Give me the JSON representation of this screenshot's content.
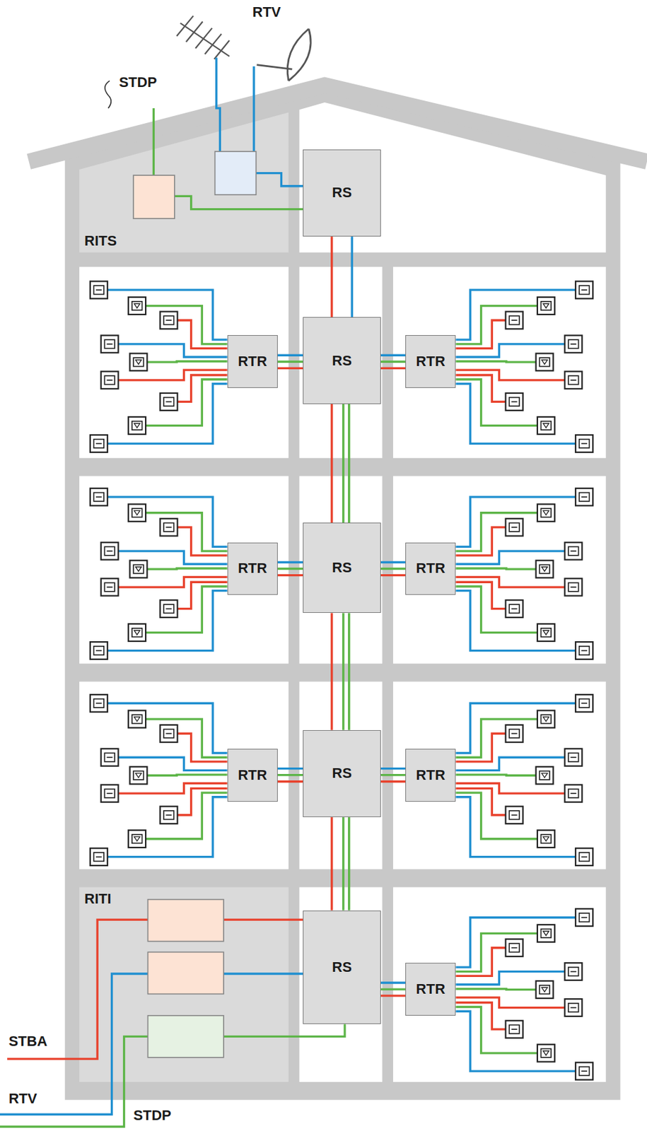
{
  "diagram": {
    "nodes": [
      {
        "text": [
          "RITS"
        ]
      },
      {
        "text": [
          "RS"
        ]
      },
      {
        "text": [
          "RTR"
        ]
      },
      {
        "text": [
          "RS"
        ]
      },
      {
        "text": [
          "RTR"
        ]
      },
      {
        "text": [
          "RTR"
        ]
      },
      {
        "text": [
          "RS"
        ]
      },
      {
        "text": [
          "RTR"
        ]
      },
      {
        "text": [
          "RTR"
        ]
      },
      {
        "text": [
          "RS"
        ]
      },
      {
        "text": [
          "RTR"
        ]
      },
      {
        "text": [
          "RITI"
        ]
      },
      {
        "text": [
          "RS"
        ]
      },
      {
        "text": [
          "RTR"
        ]
      }
    ],
    "edges": [
      {
        "from": 1,
        "to": 3,
        "arrow": "none"
      },
      {
        "from": 3,
        "to": 6,
        "arrow": "none"
      },
      {
        "from": 6,
        "to": 9,
        "arrow": "none"
      },
      {
        "from": 9,
        "to": 12,
        "arrow": "none"
      },
      {
        "from": 2,
        "to": 3,
        "arrow": "none"
      },
      {
        "from": 3,
        "to": 4,
        "arrow": "none"
      },
      {
        "from": 5,
        "to": 6,
        "arrow": "none"
      },
      {
        "from": 6,
        "to": 7,
        "arrow": "none"
      },
      {
        "from": 8,
        "to": 9,
        "arrow": "none"
      },
      {
        "from": 9,
        "to": 10,
        "arrow": "none"
      },
      {
        "from": 12,
        "to": 13,
        "arrow": "none"
      }
    ],
    "labels": [
      "RTV",
      "STDP",
      "STBA",
      "RTV",
      "STDP"
    ]
  }
}
